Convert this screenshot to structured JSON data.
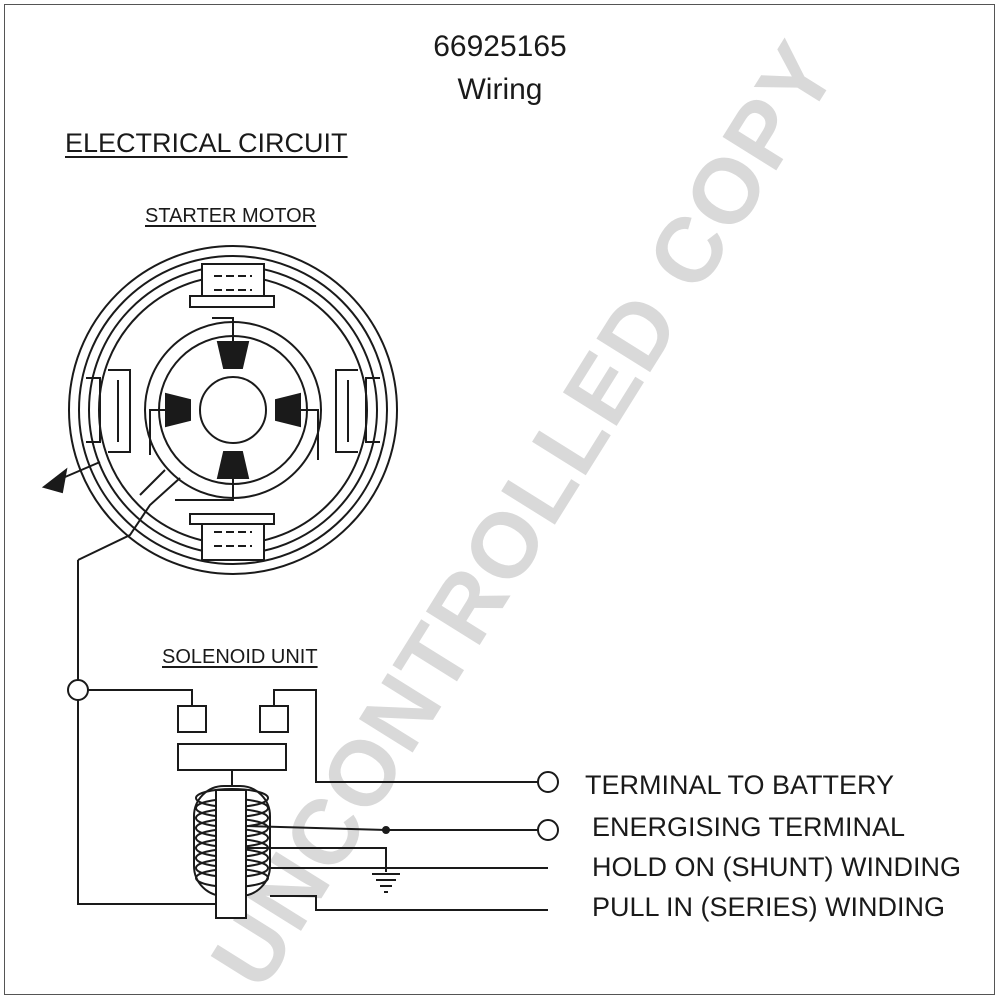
{
  "header": {
    "part_number": "66925165",
    "subtitle": "Wiring"
  },
  "section_heading": "ELECTRICAL CIRCUIT",
  "starter_motor_label": "STARTER MOTOR",
  "solenoid_unit_label": "SOLENOID UNIT",
  "terminals": {
    "battery": "TERMINAL TO BATTERY",
    "energising": "ENERGISING TERMINAL",
    "hold_on": "HOLD ON (SHUNT) WINDING",
    "pull_in": "PULL IN (SERIES) WINDING"
  },
  "watermark": "UNCONTROLLED COPY"
}
